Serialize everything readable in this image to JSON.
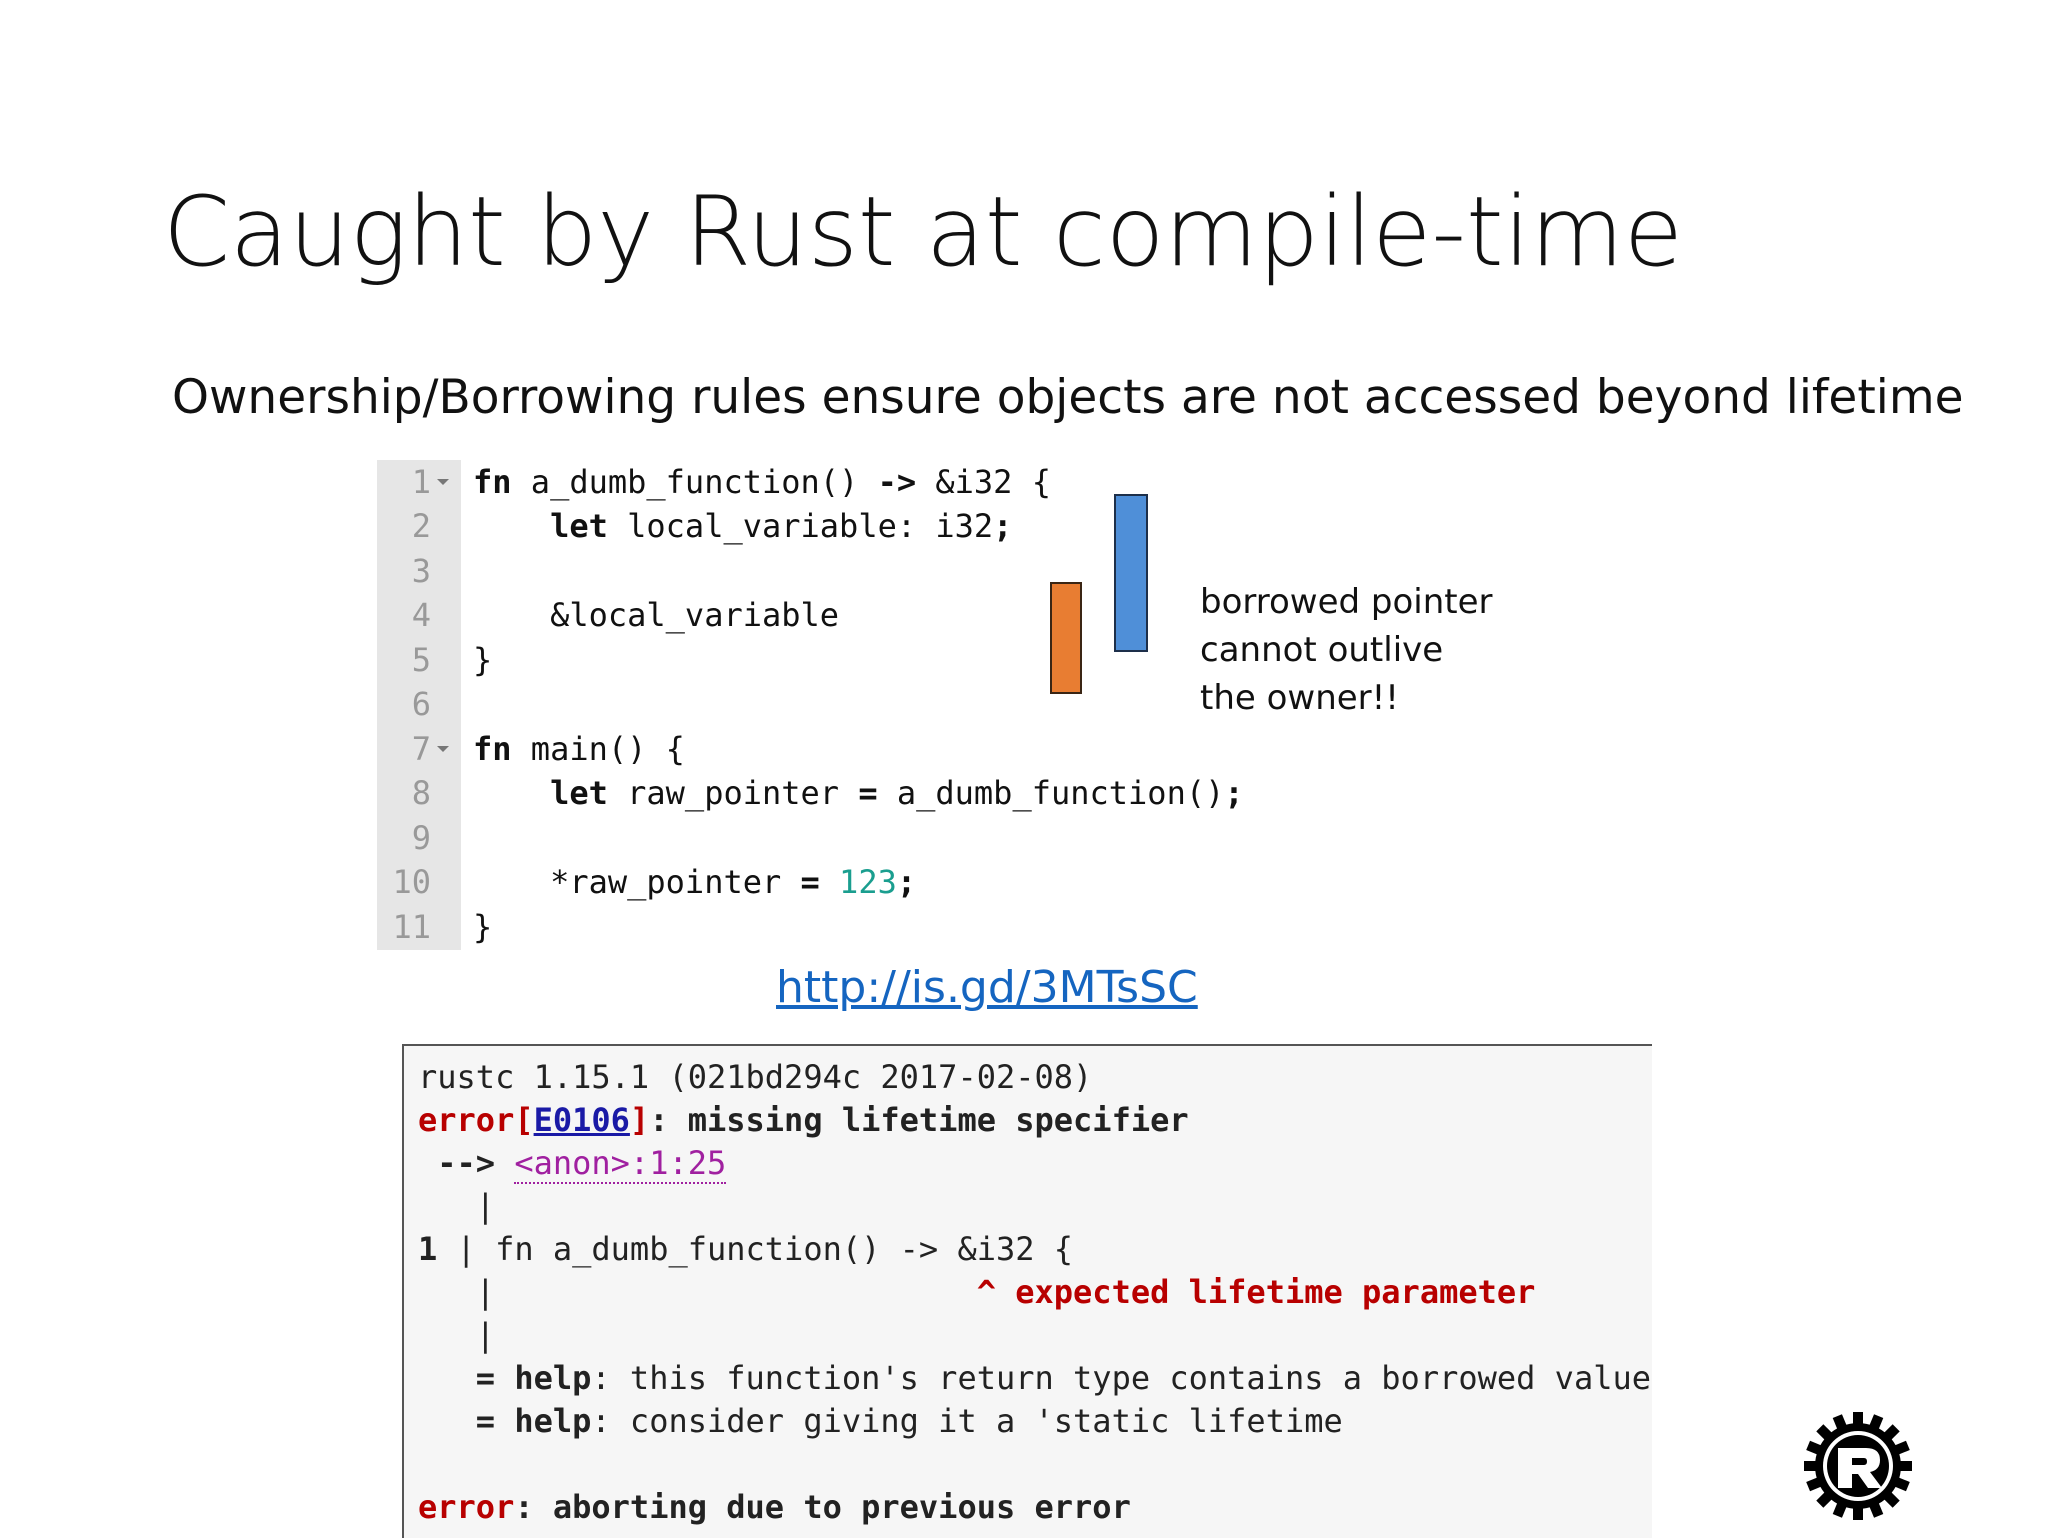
{
  "slide": {
    "title": "Caught by Rust at compile-time",
    "subtitle": "Ownership/Borrowing rules ensure objects are not accessed beyond  lifetime",
    "link": "http://is.gd/3MTsSC"
  },
  "editor": {
    "line_numbers": [
      "1",
      "2",
      "3",
      "4",
      "5",
      "6",
      "7",
      "8",
      "9",
      "10",
      "11"
    ],
    "lines": {
      "l1_kw": "fn",
      "l1_rest": " a_dumb_function() ",
      "l1_arrow": "->",
      "l1_tail": " &i32 {",
      "l2_indent": "    ",
      "l2_kw": "let",
      "l2_rest": " local_variable: i32",
      "l2_semi": ";",
      "l4": "    &local_variable",
      "l5": "}",
      "l7_kw": "fn",
      "l7_rest": " main() {",
      "l8_indent": "    ",
      "l8_kw": "let",
      "l8_rest": " raw_pointer ",
      "l8_eq": "=",
      "l8_tail": " a_dumb_function()",
      "l8_semi": ";",
      "l10_pre": "    *raw_pointer ",
      "l10_eq": "=",
      "l10_sp": " ",
      "l10_num": "123",
      "l10_semi": ";",
      "l11": "}"
    }
  },
  "annotation": [
    "borrowed pointer",
    "cannot outlive",
    "the owner!!"
  ],
  "console": {
    "version": "rustc 1.15.1 (021bd294c 2017-02-08)",
    "error_word": "error",
    "error_open": "[",
    "error_code": "E0106",
    "error_close": "]",
    "error_msg": ": missing lifetime specifier",
    "arrow": " -->",
    "location": "<anon>:1:25",
    "pipe": "   |",
    "line_no": "1",
    "line_sep": " | ",
    "code": "fn a_dumb_function() -> &i32 {",
    "pipe2": "   |",
    "caret": "^ expected lifetime parameter",
    "pipe3": "   |",
    "help_eq": "   = ",
    "help_word": "help",
    "help1": ": this function's return type contains a borrowed value, but there is no value for it to be borrowed from",
    "help2": ": consider giving it a 'static lifetime",
    "final_error": "error",
    "final_msg": ": aborting due to previous error"
  },
  "colors": {
    "blue_bar": "#4f8fd8",
    "orange_bar": "#e87d32",
    "error_red": "#b80000",
    "link_blue": "#1565c0",
    "number_teal": "#1a9e8f"
  }
}
